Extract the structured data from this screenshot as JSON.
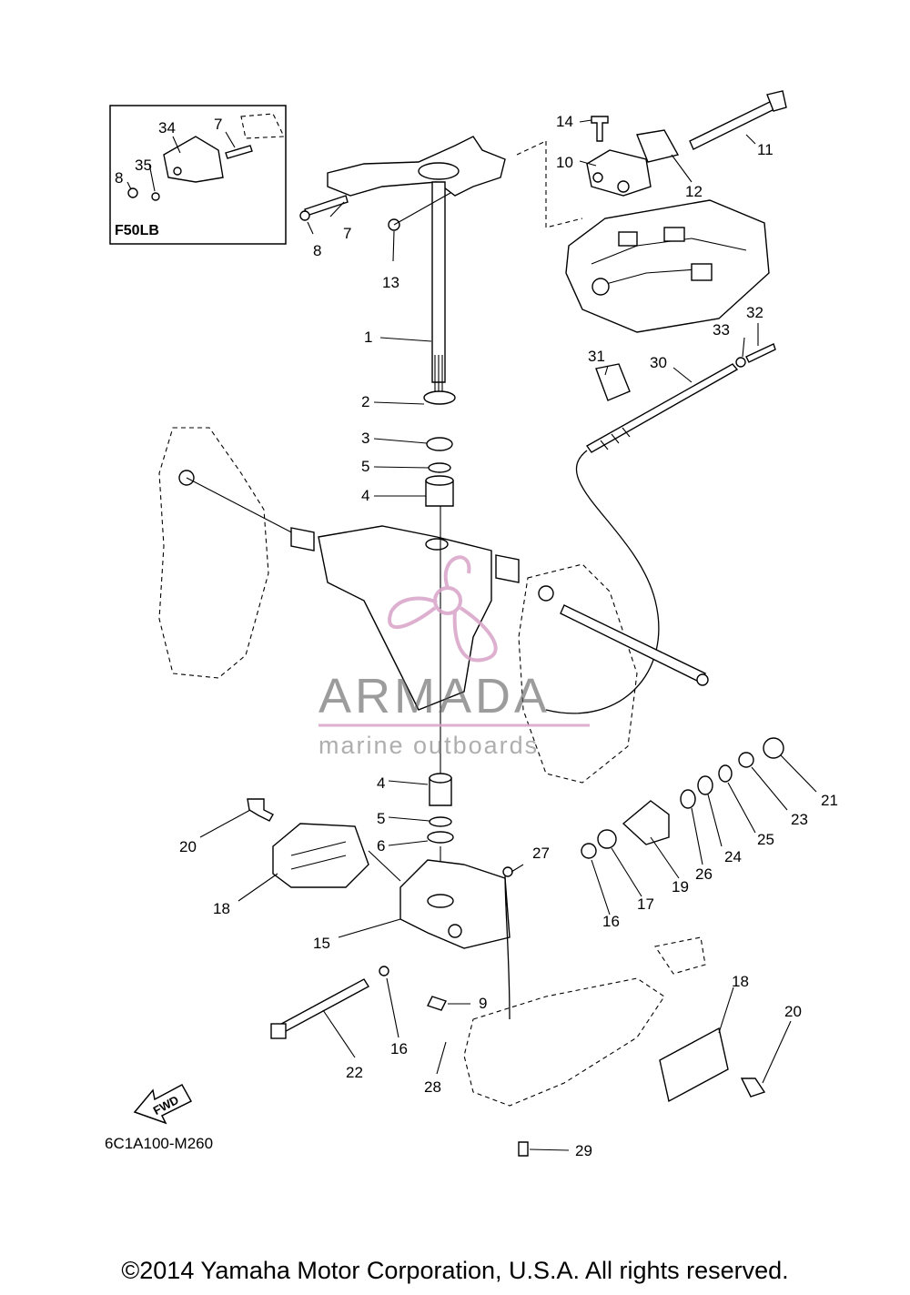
{
  "inset": {
    "model_label": "F50LB"
  },
  "callouts": {
    "c1": "1",
    "c2": "2",
    "c3": "3",
    "c4a": "4",
    "c4b": "4",
    "c5a": "5",
    "c5b": "5",
    "c6": "6",
    "c7a": "7",
    "c7b": "7",
    "c8a": "8",
    "c8b": "8",
    "c9": "9",
    "c10": "10",
    "c11": "11",
    "c12": "12",
    "c13": "13",
    "c14": "14",
    "c15": "15",
    "c16a": "16",
    "c16b": "16",
    "c17": "17",
    "c18a": "18",
    "c18b": "18",
    "c19": "19",
    "c20a": "20",
    "c20b": "20",
    "c21": "21",
    "c22": "22",
    "c23": "23",
    "c24": "24",
    "c25": "25",
    "c26": "26",
    "c27": "27",
    "c28": "28",
    "c29": "29",
    "c30": "30",
    "c31": "31",
    "c32": "32",
    "c33": "33",
    "c34": "34",
    "c35": "35"
  },
  "fwd_arrow_label": "FWD",
  "diagram_code": "6C1A100-M260",
  "watermark": {
    "brand": "ARMADA",
    "tagline": "marine outboards",
    "color": "#d9a3c8"
  },
  "copyright": "©2014 Yamaha Motor Corporation, U.S.A. All rights reserved."
}
